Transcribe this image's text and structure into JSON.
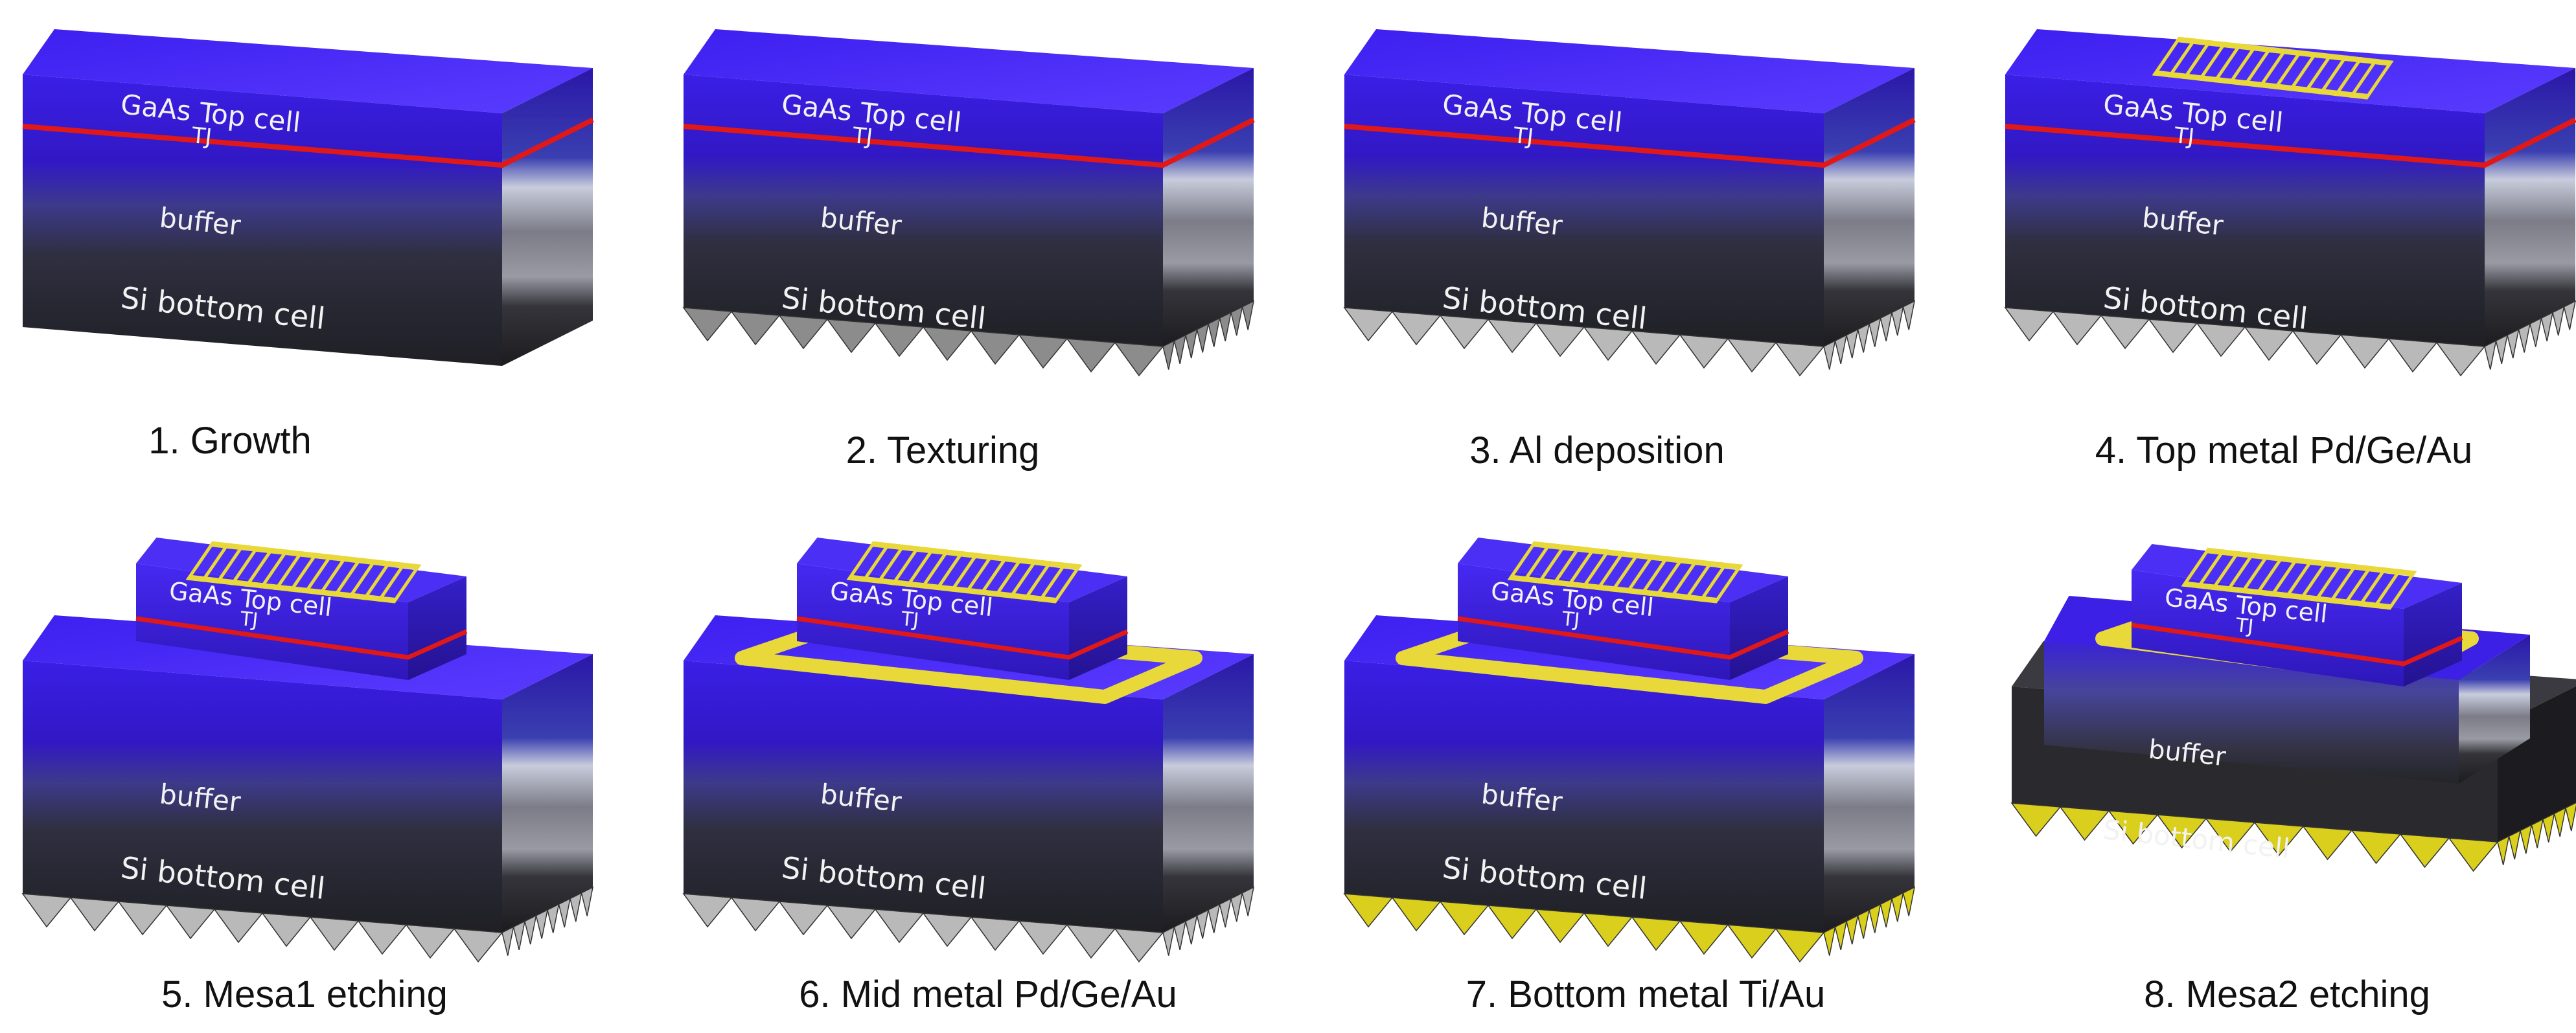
{
  "steps": [
    {
      "caption": "1. Growth",
      "variant": "growth"
    },
    {
      "caption": "2. Texturing",
      "variant": "texturing"
    },
    {
      "caption": "3. Al deposition",
      "variant": "al-deposition"
    },
    {
      "caption": "4. Top metal Pd/Ge/Au",
      "variant": "top-metal"
    },
    {
      "caption": "5. Mesa1 etching",
      "variant": "mesa1"
    },
    {
      "caption": "6. Mid metal Pd/Ge/Au",
      "variant": "mid-metal"
    },
    {
      "caption": "7. Bottom metal Ti/Au",
      "variant": "bottom-metal"
    },
    {
      "caption": "8. Mesa2 etching",
      "variant": "mesa2"
    }
  ],
  "layers": {
    "top_cell": "GaAs Top cell",
    "tunnel_junction": "TJ",
    "buffer": "buffer",
    "bottom_cell": "Si bottom cell"
  },
  "colors": {
    "gaas": "#3b22e0",
    "gaas_side": "#2a1596",
    "tunnel_junction": "#e11818",
    "buffer": "#4a4a78",
    "silicon": "#2a2a2e",
    "pyramids_si": "#8c8c8c",
    "pyramids_al": "#b9b9b9",
    "pyramids_metal": "#d9cf1c",
    "metal": "#e8d83a"
  },
  "icons": [
    "gold-grid-icon"
  ]
}
